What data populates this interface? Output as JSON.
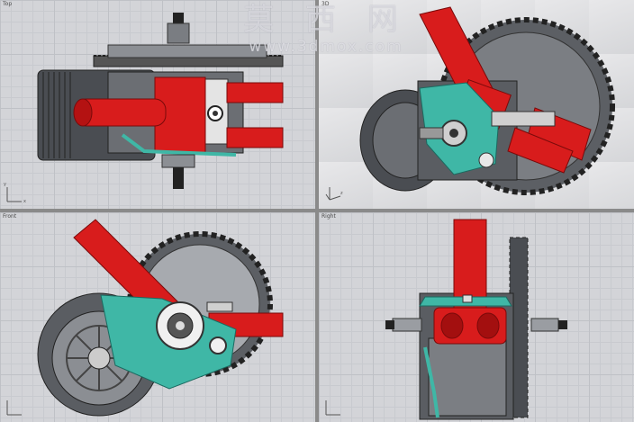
{
  "viewports": {
    "top": {
      "title": "Top"
    },
    "persp": {
      "title": "3D"
    },
    "front": {
      "title": "Front"
    },
    "right": {
      "title": "Right"
    }
  },
  "axis_labels": {
    "x": "x",
    "y": "y",
    "z": "z"
  },
  "watermark": {
    "chinese": "莫 西 网",
    "url": "www.3dmox.com"
  },
  "colors": {
    "frame_tube": "#d81c1c",
    "bracket": "#3fb7a6",
    "motor_housing": "#4a4d52",
    "chainring": "#5c5f64",
    "viewport_bg": "#d3d4d8"
  }
}
